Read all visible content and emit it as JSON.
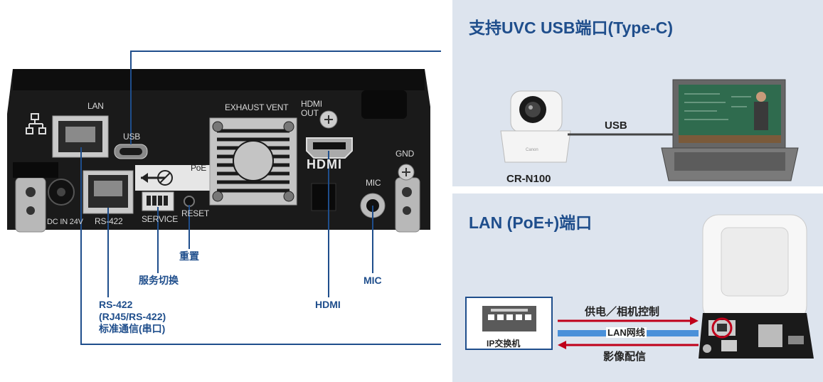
{
  "callouts": {
    "reset": "重置",
    "service": "服务切换",
    "rs422_line1": "RS-422",
    "rs422_line2": "(RJ45/RS-422)",
    "rs422_line3": "标准通信(串口)",
    "hdmi": "HDMI",
    "mic": "MIC"
  },
  "device_panel": {
    "lan": "LAN",
    "usb": "USB",
    "exhaust_vent": "EXHAUST VENT",
    "hdmi_out_1": "HDMI",
    "hdmi_out_2": "OUT",
    "hdmi_logo": "HDMI",
    "gnd": "GND",
    "mic": "MIC",
    "poe": "PoE",
    "reset": "RESET",
    "service": "SERVICE",
    "rs422": "RS-422",
    "dc_in": "DC IN 24V"
  },
  "usb_panel": {
    "title": "支持UVC USB端口(Type-C)",
    "camera_label": "CR-N100",
    "camera_brand": "Canon",
    "link_label": "USB"
  },
  "lan_panel": {
    "title": "LAN (PoE+)端口",
    "switch_label": "IP交换机",
    "arrow_top": "供电／相机控制",
    "cable_label": "LAN网线",
    "arrow_bottom": "影像配信"
  },
  "colors": {
    "accent": "#1f4e8c",
    "panel_bg": "#dde4ee",
    "lan_cable": "#4a90d9",
    "arrow_red": "#c0001a"
  }
}
